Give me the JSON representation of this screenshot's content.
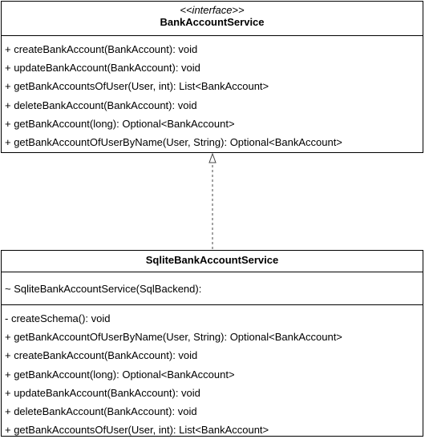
{
  "interface_class": {
    "stereotype": "<<interface>>",
    "name": "BankAccountService",
    "methods": [
      "+ createBankAccount(BankAccount): void",
      "+ updateBankAccount(BankAccount): void",
      "+ getBankAccountsOfUser(User, int): List<BankAccount>",
      "+ deleteBankAccount(BankAccount): void",
      "+ getBankAccount(long): Optional<BankAccount>",
      "+ getBankAccountOfUserByName(User, String): Optional<BankAccount>"
    ]
  },
  "implementation_class": {
    "name": "SqliteBankAccountService",
    "constructors": [
      "~ SqliteBankAccountService(SqlBackend):"
    ],
    "methods": [
      "- createSchema(): void",
      "+ getBankAccountOfUserByName(User, String): Optional<BankAccount>",
      "+ createBankAccount(BankAccount): void",
      "+ getBankAccount(long): Optional<BankAccount>",
      "+ updateBankAccount(BankAccount): void",
      "+ deleteBankAccount(BankAccount): void",
      "+ getBankAccountsOfUser(User, int): List<BankAccount>"
    ]
  },
  "relationship": {
    "type": "realization",
    "line_color": "#444444"
  }
}
